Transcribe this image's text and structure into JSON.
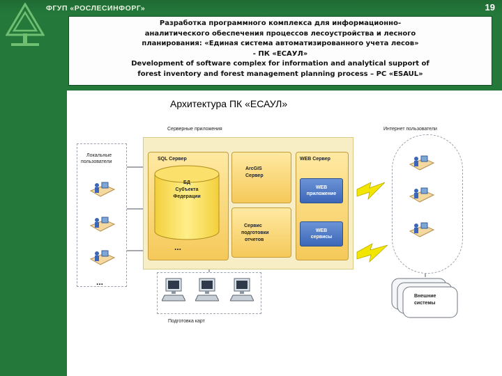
{
  "header": {
    "org_name": "ФГУП «РОСЛЕСИНФОРГ»",
    "page_number": "19"
  },
  "title": {
    "ru_lines": [
      "Разработка программного комплекса для информационно-",
      "аналитического обеспечения процессов лесоустройства и лесного",
      "планирования: «Единая система автоматизированного учета лесов»",
      "- ПК «ЕСАУЛ»"
    ],
    "en_lines": [
      "Development of software complex for information and analytical support of",
      "forest inventory and forest management planning process – PC «ESAUL»"
    ]
  },
  "diagram": {
    "title": "Архитектура ПК «ЕСАУЛ»",
    "server_apps_label": "Серверные приложения",
    "internet_users_label": "Интернет пользователи",
    "local_users_label": [
      "Локальные",
      "пользователи"
    ],
    "local_more": "...",
    "server_more": "...",
    "sql_server": "SQL Сервер",
    "database": [
      "БД",
      "Субъекта",
      "Федерации"
    ],
    "arcgis_server": [
      "ArcGIS",
      "Сервер"
    ],
    "prep_service": [
      "Сервис",
      "подготовки",
      "отчетов"
    ],
    "web_server": "WEB Сервер",
    "web_app": [
      "WEB",
      "приложение"
    ],
    "web_services": [
      "WEB",
      "сервисы"
    ],
    "external_systems": [
      "Внешние",
      "системы"
    ],
    "map_preparation": "Подготовка карт"
  },
  "colors": {
    "brand_green": "#24793a",
    "server_zone": "#f7eec6",
    "server_box": "#f5c95a",
    "web_blue": "#3c67b8",
    "lightning": "#f2e600"
  }
}
